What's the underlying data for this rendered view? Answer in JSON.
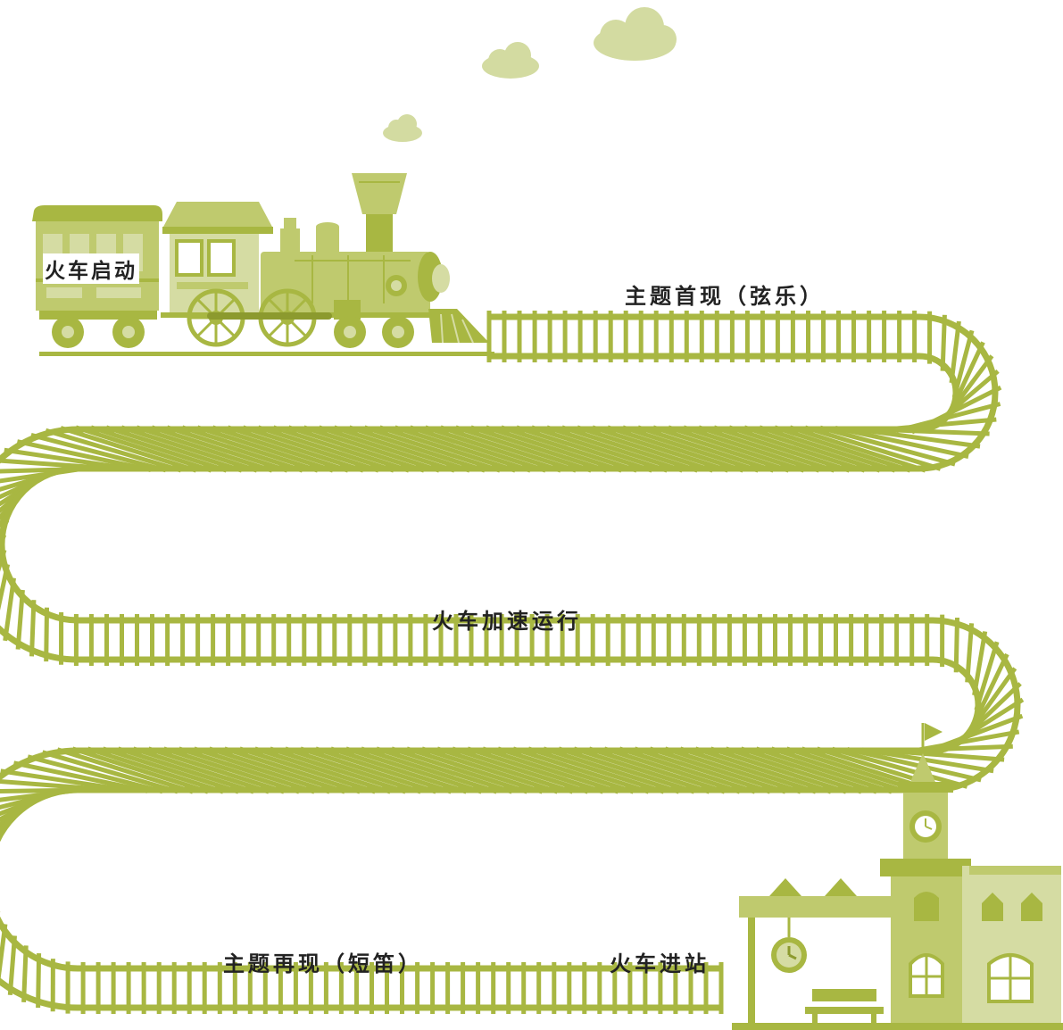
{
  "colors": {
    "track": "#a8b742",
    "track_dark": "#8c9a2e",
    "pale": "#d5dca3",
    "mid": "#bfca6e",
    "cloud": "#d3dba1",
    "text": "#222222"
  },
  "labels": {
    "start": "火车启动",
    "theme1": "主题首现（弦乐）",
    "accel": "火车加速运行",
    "theme2": "主题再现（短笛）",
    "arrive": "火车进站"
  },
  "icons": [
    "steam-locomotive-icon",
    "passenger-car-icon",
    "cloud-icon",
    "railway-track-icon",
    "train-station-icon",
    "clock-icon",
    "flag-icon",
    "bench-icon"
  ]
}
